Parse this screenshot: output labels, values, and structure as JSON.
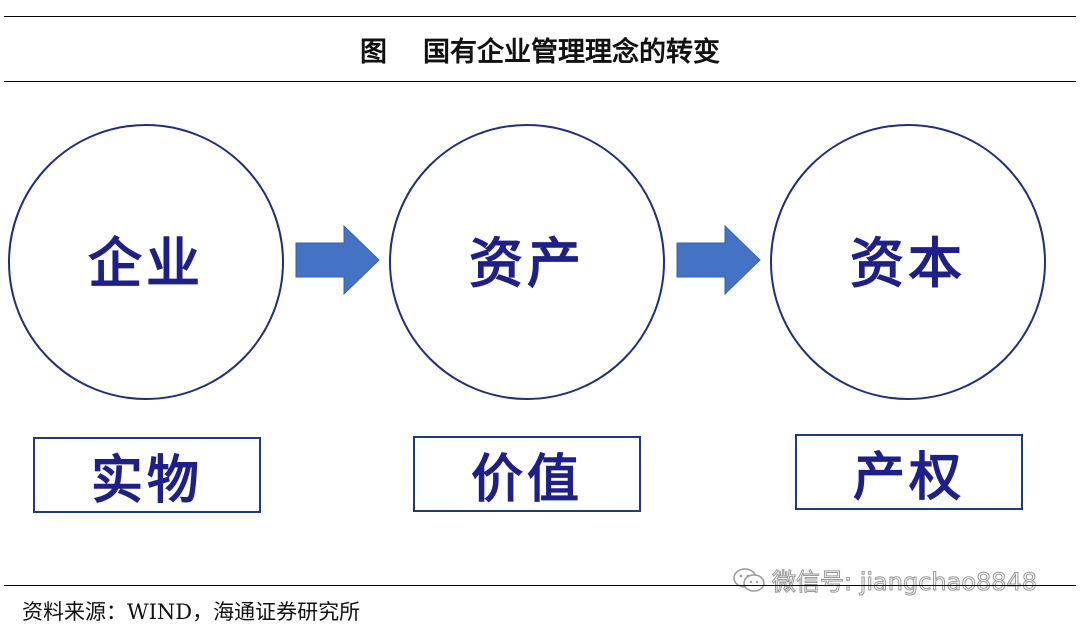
{
  "header": {
    "figure_label": "图",
    "title": "国有企业管理理念的转变"
  },
  "stages": [
    {
      "circle_label": "企业",
      "box_label": "实物"
    },
    {
      "circle_label": "资产",
      "box_label": "价值"
    },
    {
      "circle_label": "资本",
      "box_label": "产权"
    }
  ],
  "source": "资料来源：WIND，海通证券研究所",
  "watermark": {
    "text": "微信号: jiangchao8848",
    "icon": "wechat-icon"
  },
  "colors": {
    "circle_stroke": "#1f2f80",
    "arrow_fill": "#4472c4",
    "text_navy": "#1f1f88",
    "box_border": "#1f3b80"
  }
}
